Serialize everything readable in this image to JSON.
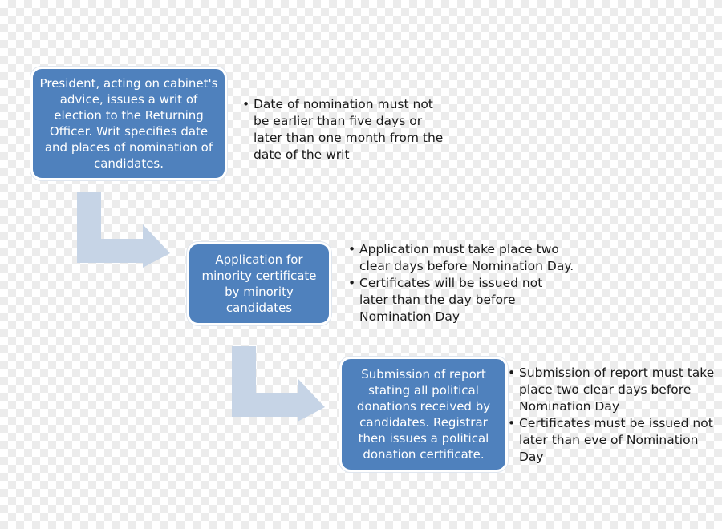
{
  "steps": [
    {
      "text": "President, acting on cabinet's\nadvice, issues a writ of\nelection to the Returning\nOfficer. Writ specifies  date\nand places of nomination  of\ncandidates.",
      "notes": [
        "Date of nomination must not\nbe earlier than five days or\nlater than one month from the\ndate of the writ"
      ]
    },
    {
      "text": "Application for\nminority certificate\nby minority\ncandidates",
      "notes": [
        "Application must take place two\nclear days before Nomination Day.",
        "Certificates will be issued not\nlater than the day before\nNomination Day"
      ]
    },
    {
      "text": "Submission of report\nstating all political\ndonations received by\ncandidates. Registrar\nthen issues a political\ndonation certificate.",
      "notes": [
        "Submission of report must take\nplace two clear days before\nNomination Day",
        "Certificates must be issued not\nlater than eve of Nomination\nDay"
      ]
    }
  ],
  "colors": {
    "box_fill": "#4f81bd",
    "arrow_fill": "#c6d4e6",
    "text": "#1a1a1a"
  }
}
